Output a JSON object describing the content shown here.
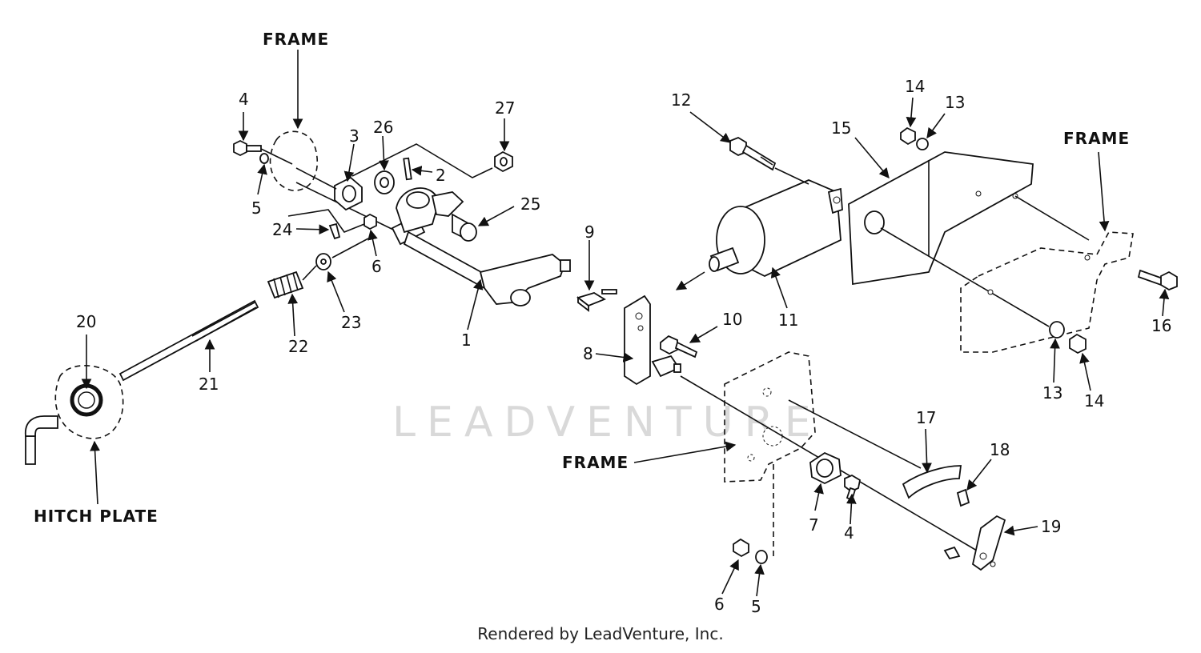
{
  "labels": {
    "frame": "FRAME",
    "hitch_plate": "HITCH PLATE"
  },
  "parts": [
    "1",
    "2",
    "3",
    "4",
    "5",
    "6",
    "7",
    "8",
    "9",
    "10",
    "11",
    "12",
    "13",
    "14",
    "15",
    "16",
    "17",
    "18",
    "19",
    "20",
    "21",
    "22",
    "23",
    "24",
    "25",
    "26",
    "27"
  ],
  "watermark": "LEADVENTURE",
  "credit": "Rendered by LeadVenture, Inc."
}
